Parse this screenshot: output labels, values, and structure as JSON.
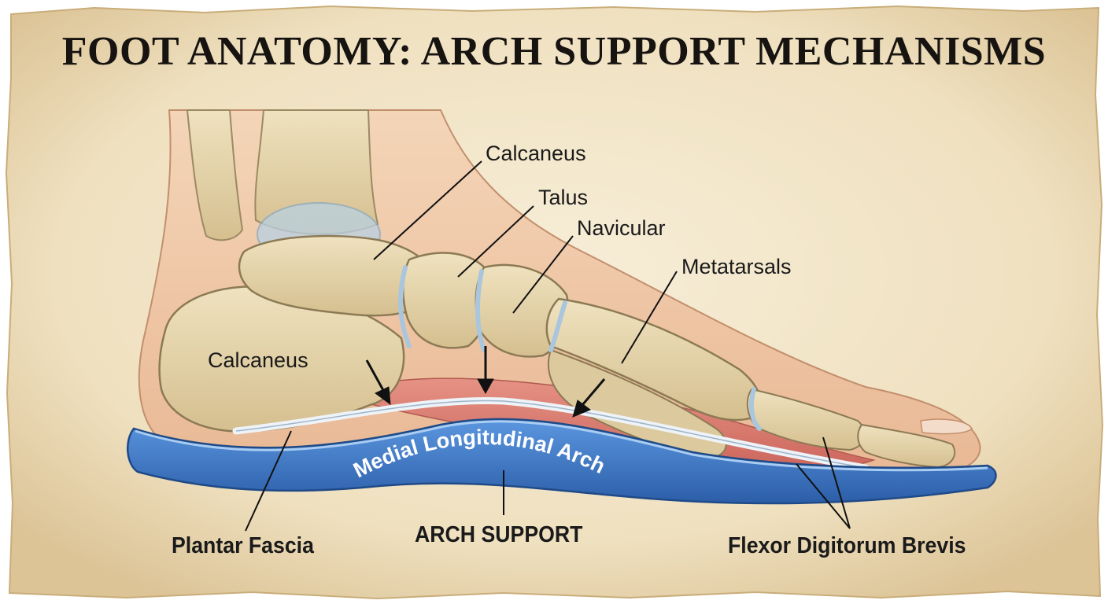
{
  "title": "FOOT ANATOMY: ARCH SUPPORT MECHANISMS",
  "labels": {
    "calcaneus_top": "Calcaneus",
    "talus": "Talus",
    "navicular": "Navicular",
    "metatarsals": "Metatarsals",
    "calcaneus_heel": "Calcaneus",
    "plantar_fascia": "Plantar Fascia",
    "arch_support": "ARCH SUPPORT",
    "flexor": "Flexor Digitorum Brevis",
    "insole_text": "Medial Longitudinal Arch"
  },
  "colors": {
    "parchment": "#f1e4c6",
    "skin": "#f0c9a6",
    "bone": "#e4d3a9",
    "muscle": "#d9736a",
    "insole": "#3f78c8",
    "cartilage": "#a9c6dd"
  }
}
